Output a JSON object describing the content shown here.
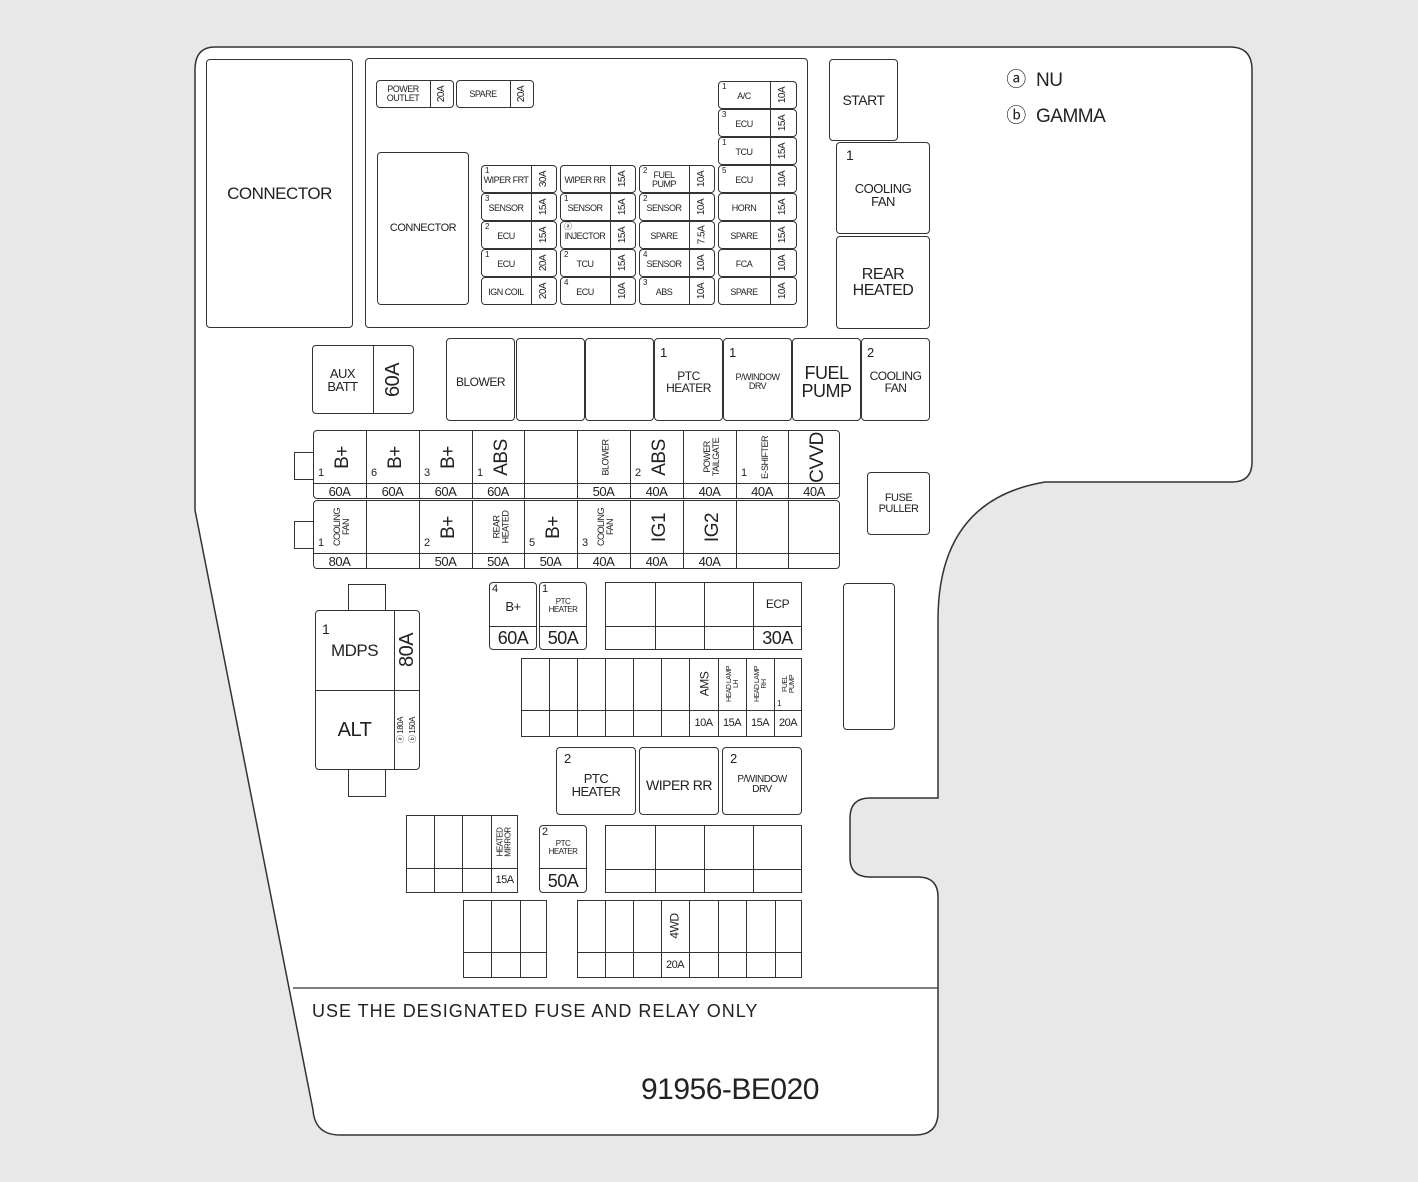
{
  "legend": [
    {
      "mark": "ⓐ",
      "label": "NU"
    },
    {
      "mark": "ⓑ",
      "label": "GAMMA"
    }
  ],
  "connector_left": "CONNECTOR",
  "connector_inner": "CONNECTOR",
  "top_fuses": [
    {
      "label": "POWER\nOUTLET",
      "rating": "20A"
    },
    {
      "label": "SPARE",
      "rating": "20A"
    }
  ],
  "mini_right_col": [
    {
      "num": "1",
      "label": "A/C",
      "rating": "10A"
    },
    {
      "num": "3",
      "label": "ECU",
      "rating": "15A"
    },
    {
      "num": "1",
      "label": "TCU",
      "rating": "15A"
    }
  ],
  "mini_grid": [
    [
      {
        "num": "1",
        "label": "WIPER FRT",
        "rating": "30A"
      },
      {
        "num": "",
        "label": "WIPER RR",
        "rating": "15A"
      },
      {
        "num": "2",
        "label": "FUEL\nPUMP",
        "rating": "10A"
      },
      {
        "num": "5",
        "label": "ECU",
        "rating": "10A"
      }
    ],
    [
      {
        "num": "3",
        "label": "SENSOR",
        "rating": "15A"
      },
      {
        "num": "1",
        "label": "SENSOR",
        "rating": "15A"
      },
      {
        "num": "2",
        "label": "SENSOR",
        "rating": "10A"
      },
      {
        "num": "",
        "label": "HORN",
        "rating": "15A"
      }
    ],
    [
      {
        "num": "2",
        "label": "ECU",
        "rating": "15A"
      },
      {
        "num": "ⓐ",
        "label": "INJECTOR",
        "rating": "15A"
      },
      {
        "num": "",
        "label": "SPARE",
        "rating": "7.5A"
      },
      {
        "num": "",
        "label": "SPARE",
        "rating": "15A"
      }
    ],
    [
      {
        "num": "1",
        "label": "ECU",
        "rating": "20A"
      },
      {
        "num": "2",
        "label": "TCU",
        "rating": "15A"
      },
      {
        "num": "4",
        "label": "SENSOR",
        "rating": "10A"
      },
      {
        "num": "",
        "label": "FCA",
        "rating": "10A"
      }
    ],
    [
      {
        "num": "",
        "label": "IGN COIL",
        "rating": "20A"
      },
      {
        "num": "4",
        "label": "ECU",
        "rating": "10A"
      },
      {
        "num": "3",
        "label": "ABS",
        "rating": "10A"
      },
      {
        "num": "",
        "label": "SPARE",
        "rating": "10A"
      }
    ]
  ],
  "start": "START",
  "relay_cooling_fan": {
    "num": "1",
    "label": "COOLING\nFAN"
  },
  "relay_rear_heated": "REAR\nHEATED",
  "aux_batt": {
    "label": "AUX\nBATT",
    "rating": "60A"
  },
  "relay_row": [
    {
      "num": "",
      "label": "BLOWER"
    },
    {
      "num": "",
      "label": ""
    },
    {
      "num": "",
      "label": ""
    },
    {
      "num": "1",
      "label": "PTC\nHEATER"
    },
    {
      "num": "1",
      "label": "P/WINDOW\nDRV"
    },
    {
      "num": "",
      "label": "FUEL\nPUMP"
    },
    {
      "num": "2",
      "label": "COOLING\nFAN"
    }
  ],
  "mf_row1": [
    {
      "num": "1",
      "label": "B+",
      "rating": "60A"
    },
    {
      "num": "6",
      "label": "B+",
      "rating": "60A"
    },
    {
      "num": "3",
      "label": "B+",
      "rating": "60A"
    },
    {
      "num": "1",
      "label": "ABS",
      "rating": "60A"
    },
    {
      "num": "",
      "label": "",
      "rating": ""
    },
    {
      "num": "",
      "label": "BLOWER",
      "rating": "50A"
    },
    {
      "num": "2",
      "label": "ABS",
      "rating": "40A"
    },
    {
      "num": "",
      "label": "POWER\nTAILGATE",
      "rating": "40A"
    },
    {
      "num": "1",
      "label": "E-SHIFTER",
      "rating": "40A"
    },
    {
      "num": "",
      "label": "CVVD",
      "rating": "40A"
    }
  ],
  "mf_row2": [
    {
      "num": "1",
      "label": "COOLING\nFAN",
      "rating": "80A"
    },
    {
      "num": "",
      "label": "",
      "rating": ""
    },
    {
      "num": "2",
      "label": "B+",
      "rating": "50A"
    },
    {
      "num": "",
      "label": "REAR\nHEATED",
      "rating": "50A"
    },
    {
      "num": "5",
      "label": "B+",
      "rating": "50A"
    },
    {
      "num": "3",
      "label": "COOLING\nFAN",
      "rating": "40A"
    },
    {
      "num": "",
      "label": "IG1",
      "rating": "40A"
    },
    {
      "num": "",
      "label": "IG2",
      "rating": "40A"
    },
    {
      "num": "",
      "label": "",
      "rating": ""
    },
    {
      "num": "",
      "label": "",
      "rating": ""
    }
  ],
  "fuse_puller": "FUSE\nPULLER",
  "mdps": {
    "num": "1",
    "label": "MDPS",
    "rating": "80A"
  },
  "alt": {
    "label": "ALT",
    "ratings": [
      "ⓐ 180A",
      "ⓑ 150A"
    ]
  },
  "mid_fuses": [
    {
      "num": "4",
      "label": "B+",
      "rating": "60A"
    },
    {
      "num": "1",
      "label": "PTC\nHEATER",
      "rating": "50A"
    }
  ],
  "ecp": {
    "label": "ECP",
    "rating": "30A"
  },
  "small_row": [
    {
      "num": "",
      "label": "",
      "rating": ""
    },
    {
      "num": "",
      "label": "",
      "rating": ""
    },
    {
      "num": "",
      "label": "",
      "rating": ""
    },
    {
      "num": "",
      "label": "",
      "rating": ""
    },
    {
      "num": "",
      "label": "",
      "rating": ""
    },
    {
      "num": "",
      "label": "",
      "rating": ""
    },
    {
      "num": "",
      "label": "AMS",
      "rating": "10A"
    },
    {
      "num": "",
      "label": "HEAD LAMP\nLH",
      "rating": "15A"
    },
    {
      "num": "",
      "label": "HEAD LAMP\nRH",
      "rating": "15A"
    },
    {
      "num": "1",
      "label": "FUEL\nPUMP",
      "rating": "20A"
    }
  ],
  "relays_lower": [
    {
      "num": "2",
      "label": "PTC\nHEATER"
    },
    {
      "num": "",
      "label": "WIPER RR"
    },
    {
      "num": "2",
      "label": "P/WINDOW\nDRV"
    }
  ],
  "heated_mirror": {
    "label": "HEATED\nMIRROR",
    "rating": "15A"
  },
  "ptc2": {
    "num": "2",
    "label": "PTC\nHEATER",
    "rating": "50A"
  },
  "fwd": {
    "label": "4WD",
    "rating": "20A"
  },
  "notice": "USE THE DESIGNATED FUSE AND RELAY ONLY",
  "part_number": "91956-BE020"
}
